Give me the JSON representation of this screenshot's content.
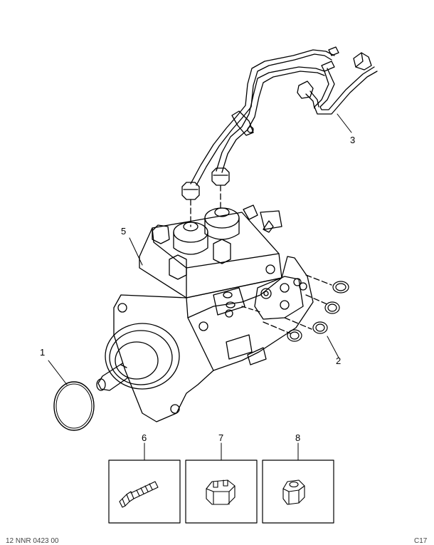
{
  "callouts": {
    "c1": "1",
    "c2": "2",
    "c3": "3",
    "c5": "5",
    "c6": "6",
    "c7": "7",
    "c8": "8"
  },
  "footer": {
    "left": "12 NNR 0423 00",
    "right": "C17"
  },
  "detail_boxes": [
    {
      "callout": "6",
      "part": "stud-bolt"
    },
    {
      "callout": "7",
      "part": "castellated-nut"
    },
    {
      "callout": "8",
      "part": "hex-nut"
    }
  ]
}
